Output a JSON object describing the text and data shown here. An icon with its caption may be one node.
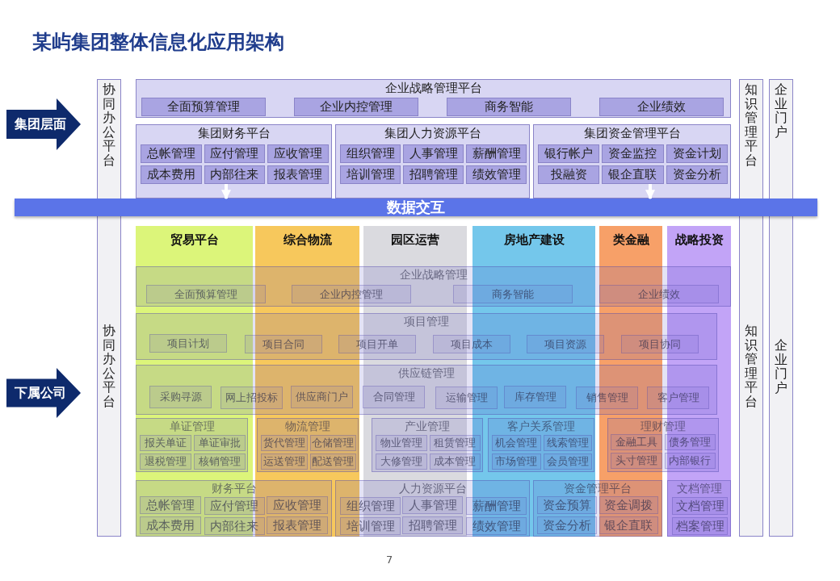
{
  "diagram": {
    "title": "某屿集团整体信息化应用架构",
    "nodes": [
      {
        "text": [
          "集团层面"
        ]
      },
      {
        "text": [
          "协同办公平台",
          "协同办公平台"
        ]
      },
      {
        "text": [
          "企业战略管理平台"
        ]
      },
      {
        "text": [
          "全面预算管理"
        ],
        "in": 2
      },
      {
        "text": [
          "企业内控管理"
        ],
        "in": 2
      },
      {
        "text": [
          "商务智能"
        ],
        "in": 2
      },
      {
        "text": [
          "企业绩效"
        ],
        "in": 2
      },
      {
        "text": [
          "集团财务平台"
        ]
      },
      {
        "text": [
          "总帐管理"
        ],
        "in": 7
      },
      {
        "text": [
          "应付管理"
        ],
        "in": 7
      },
      {
        "text": [
          "应收管理"
        ],
        "in": 7
      },
      {
        "text": [
          "成本费用"
        ],
        "in": 7
      },
      {
        "text": [
          "内部往来"
        ],
        "in": 7
      },
      {
        "text": [
          "报表管理"
        ],
        "in": 7
      },
      {
        "text": [
          "集团人力资源平台"
        ]
      },
      {
        "text": [
          "组织管理"
        ],
        "in": 14
      },
      {
        "text": [
          "人事管理"
        ],
        "in": 14
      },
      {
        "text": [
          "薪酬管理"
        ],
        "in": 14
      },
      {
        "text": [
          "培训管理"
        ],
        "in": 14
      },
      {
        "text": [
          "招聘管理"
        ],
        "in": 14
      },
      {
        "text": [
          "绩效管理"
        ],
        "in": 14
      },
      {
        "text": [
          "集团资金管理平台"
        ]
      },
      {
        "text": [
          "银行帐户"
        ],
        "in": 21
      },
      {
        "text": [
          "资金监控"
        ],
        "in": 21
      },
      {
        "text": [
          "资金计划"
        ],
        "in": 21
      },
      {
        "text": [
          "投融资"
        ],
        "in": 21
      },
      {
        "text": [
          "银企直联"
        ],
        "in": 21
      },
      {
        "text": [
          "资金分析"
        ],
        "in": 21
      },
      {
        "text": [
          "知识管理平台",
          "知识管理平台"
        ]
      },
      {
        "text": [
          "企业门户",
          "企业门户"
        ]
      },
      {
        "text": [
          "数据交互"
        ]
      },
      {
        "text": [
          "贸易平台"
        ]
      },
      {
        "text": [
          "综合物流"
        ]
      },
      {
        "text": [
          "园区运营"
        ]
      },
      {
        "text": [
          "房地产建设"
        ]
      },
      {
        "text": [
          "类金融"
        ]
      },
      {
        "text": [
          "战略投资"
        ]
      },
      {
        "text": [
          "企业战略管理"
        ]
      },
      {
        "text": [
          "全面预算管理"
        ],
        "in": 37
      },
      {
        "text": [
          "企业内控管理"
        ],
        "in": 37
      },
      {
        "text": [
          "商务智能"
        ],
        "in": 37
      },
      {
        "text": [
          "企业绩效"
        ],
        "in": 37
      },
      {
        "text": [
          "项目管理"
        ]
      },
      {
        "text": [
          "项目计划"
        ]
      },
      {
        "text": [
          "项目合同"
        ],
        "in": 42
      },
      {
        "text": [
          "项目开单"
        ],
        "in": 42
      },
      {
        "text": [
          "项目成本"
        ],
        "in": 42
      },
      {
        "text": [
          "项目资源"
        ],
        "in": 42
      },
      {
        "text": [
          "项目协同"
        ],
        "in": 42
      },
      {
        "text": [
          "供应链管理"
        ]
      },
      {
        "text": [
          "采购寻源"
        ]
      },
      {
        "text": [
          "网上招投标"
        ],
        "in": 49
      },
      {
        "text": [
          "供应商门户"
        ]
      },
      {
        "text": [
          "合同管理"
        ]
      },
      {
        "text": [
          "运输管理"
        ],
        "in": 49
      },
      {
        "text": [
          "库存管理"
        ]
      },
      {
        "text": [
          "销售管理"
        ],
        "in": 49
      },
      {
        "text": [
          "客户管理"
        ],
        "in": 49
      },
      {
        "text": [
          "单证管理"
        ],
        "in": 31
      },
      {
        "text": [
          "报关单证"
        ],
        "in": 58
      },
      {
        "text": [
          "单证审批"
        ],
        "in": 58
      },
      {
        "text": [
          "退税管理"
        ],
        "in": 58
      },
      {
        "text": [
          "核销管理"
        ],
        "in": 58
      },
      {
        "text": [
          "物流管理"
        ],
        "in": 32
      },
      {
        "text": [
          "货代管理"
        ],
        "in": 63
      },
      {
        "text": [
          "仓储管理"
        ],
        "in": 63
      },
      {
        "text": [
          "运送管理"
        ],
        "in": 63
      },
      {
        "text": [
          "配送管理"
        ],
        "in": 63
      },
      {
        "text": [
          "产业管理"
        ]
      },
      {
        "text": [
          "物业管理"
        ],
        "in": 68
      },
      {
        "text": [
          "租赁管理"
        ],
        "in": 68
      },
      {
        "text": [
          "大修管理"
        ],
        "in": 68
      },
      {
        "text": [
          "成本管理"
        ],
        "in": 68
      },
      {
        "text": [
          "客户关系管理"
        ],
        "in": 34
      },
      {
        "text": [
          "机会管理"
        ],
        "in": 73
      },
      {
        "text": [
          "线索管理"
        ],
        "in": 73
      },
      {
        "text": [
          "市场管理"
        ],
        "in": 73
      },
      {
        "text": [
          "会员管理"
        ],
        "in": 73
      },
      {
        "text": [
          "理财管理"
        ]
      },
      {
        "text": [
          "金融工具"
        ]
      },
      {
        "text": [
          "债务管理"
        ]
      },
      {
        "text": [
          "头寸管理"
        ]
      },
      {
        "text": [
          "内部银行"
        ]
      },
      {
        "text": [
          "财务平台"
        ]
      },
      {
        "text": [
          "总帐管理"
        ]
      },
      {
        "text": [
          "应付管理"
        ],
        "in": 83
      },
      {
        "text": [
          "应收管理"
        ]
      },
      {
        "text": [
          "成本费用"
        ]
      },
      {
        "text": [
          "内部往来"
        ],
        "in": 83
      },
      {
        "text": [
          "报表管理"
        ]
      },
      {
        "text": [
          "人力资源平台"
        ]
      },
      {
        "text": [
          "组织管理"
        ],
        "in": 90
      },
      {
        "text": [
          "人事管理"
        ]
      },
      {
        "text": [
          "薪酬管理"
        ],
        "in": 90
      },
      {
        "text": [
          "培训管理"
        ],
        "in": 90
      },
      {
        "text": [
          "招聘管理"
        ]
      },
      {
        "text": [
          "绩效管理"
        ],
        "in": 90
      },
      {
        "text": [
          "资金管理平台"
        ]
      },
      {
        "text": [
          "资金预算"
        ]
      },
      {
        "text": [
          "资金调拨"
        ]
      },
      {
        "text": [
          "资金分析"
        ]
      },
      {
        "text": [
          "银企直联"
        ]
      },
      {
        "text": [
          "文档管理"
        ],
        "in": 36
      },
      {
        "text": [
          "文档管理"
        ],
        "in": 102
      },
      {
        "text": [
          "档案管理"
        ],
        "in": 102
      },
      {
        "text": [
          "下属公司"
        ]
      }
    ],
    "edges": [
      {
        "from": 12,
        "to": 30,
        "arrow": "to"
      },
      {
        "from": 26,
        "to": 30,
        "arrow": "to"
      }
    ],
    "labels": [
      "7"
    ]
  }
}
